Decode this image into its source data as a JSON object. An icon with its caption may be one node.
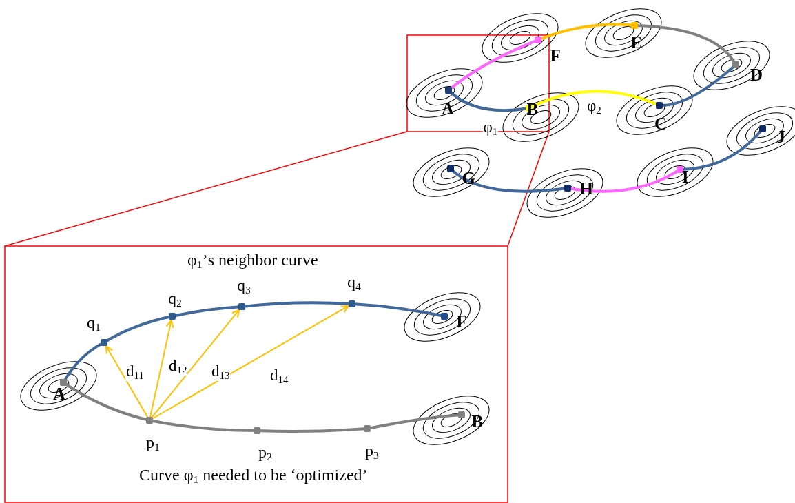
{
  "diagram": {
    "nodes": [
      {
        "text": [
          "A"
        ]
      },
      {
        "text": [
          "B"
        ]
      },
      {
        "text": [
          "C"
        ]
      },
      {
        "text": [
          "D"
        ]
      },
      {
        "text": [
          "E"
        ]
      },
      {
        "text": [
          "F"
        ]
      },
      {
        "text": [
          "G"
        ]
      },
      {
        "text": [
          "H"
        ]
      },
      {
        "text": [
          "I"
        ]
      },
      {
        "text": [
          "J"
        ]
      },
      {
        "text": [
          "A"
        ]
      },
      {
        "text": [
          "F"
        ]
      },
      {
        "text": [
          "B"
        ]
      },
      {
        "text": [
          "q$_{1}$"
        ]
      },
      {
        "text": [
          "q$_{2}$"
        ]
      },
      {
        "text": [
          "q$_{3}$"
        ]
      },
      {
        "text": [
          "q$_{4}$"
        ]
      },
      {
        "text": [
          "p$_{1}$"
        ]
      },
      {
        "text": [
          "p$_{2}$"
        ]
      },
      {
        "text": [
          "p$_{3}$"
        ]
      }
    ],
    "edges": [
      {
        "from": 0,
        "to": 5,
        "arrow": "none",
        "color": "#ff66ff"
      },
      {
        "from": 5,
        "to": 4,
        "arrow": "none",
        "color": "#ffc000"
      },
      {
        "from": 4,
        "to": 3,
        "arrow": "none",
        "color": "#808080"
      },
      {
        "from": 3,
        "to": 2,
        "arrow": "none"
      },
      {
        "from": 2,
        "to": 1,
        "arrow": "none",
        "label": "φ$_{2}$",
        "color": "#ffff00"
      },
      {
        "from": 1,
        "to": 0,
        "arrow": "none",
        "label": "φ$_{1}$"
      },
      {
        "from": 6,
        "to": 7,
        "arrow": "none"
      },
      {
        "from": 7,
        "to": 8,
        "arrow": "none",
        "color": "#ff66ff"
      },
      {
        "from": 8,
        "to": 9,
        "arrow": "none"
      },
      {
        "from": 10,
        "to": 13,
        "arrow": "none"
      },
      {
        "from": 13,
        "to": 14,
        "arrow": "none"
      },
      {
        "from": 14,
        "to": 15,
        "arrow": "none"
      },
      {
        "from": 15,
        "to": 16,
        "arrow": "none"
      },
      {
        "from": 16,
        "to": 11,
        "arrow": "none"
      },
      {
        "from": 10,
        "to": 17,
        "arrow": "none",
        "color": "#808080"
      },
      {
        "from": 17,
        "to": 18,
        "arrow": "none",
        "color": "#808080"
      },
      {
        "from": 18,
        "to": 19,
        "arrow": "none",
        "color": "#808080"
      },
      {
        "from": 19,
        "to": 12,
        "arrow": "none",
        "color": "#808080"
      },
      {
        "from": 17,
        "to": 13,
        "arrow": "to",
        "label": "d$_{11}$",
        "color": "#ffc000"
      },
      {
        "from": 17,
        "to": 14,
        "arrow": "to",
        "label": "d$_{12}$",
        "color": "#ffc000"
      },
      {
        "from": 17,
        "to": 15,
        "arrow": "to",
        "label": "d$_{13}$",
        "color": "#ffc000"
      },
      {
        "from": 17,
        "to": 16,
        "arrow": "to",
        "label": "d$_{14}$",
        "color": "#ffc000"
      }
    ],
    "labels": [
      "φ$_{1}$’s neighbor curve",
      "Curve φ$_{1}$ needed to be ‘optimized’"
    ]
  }
}
